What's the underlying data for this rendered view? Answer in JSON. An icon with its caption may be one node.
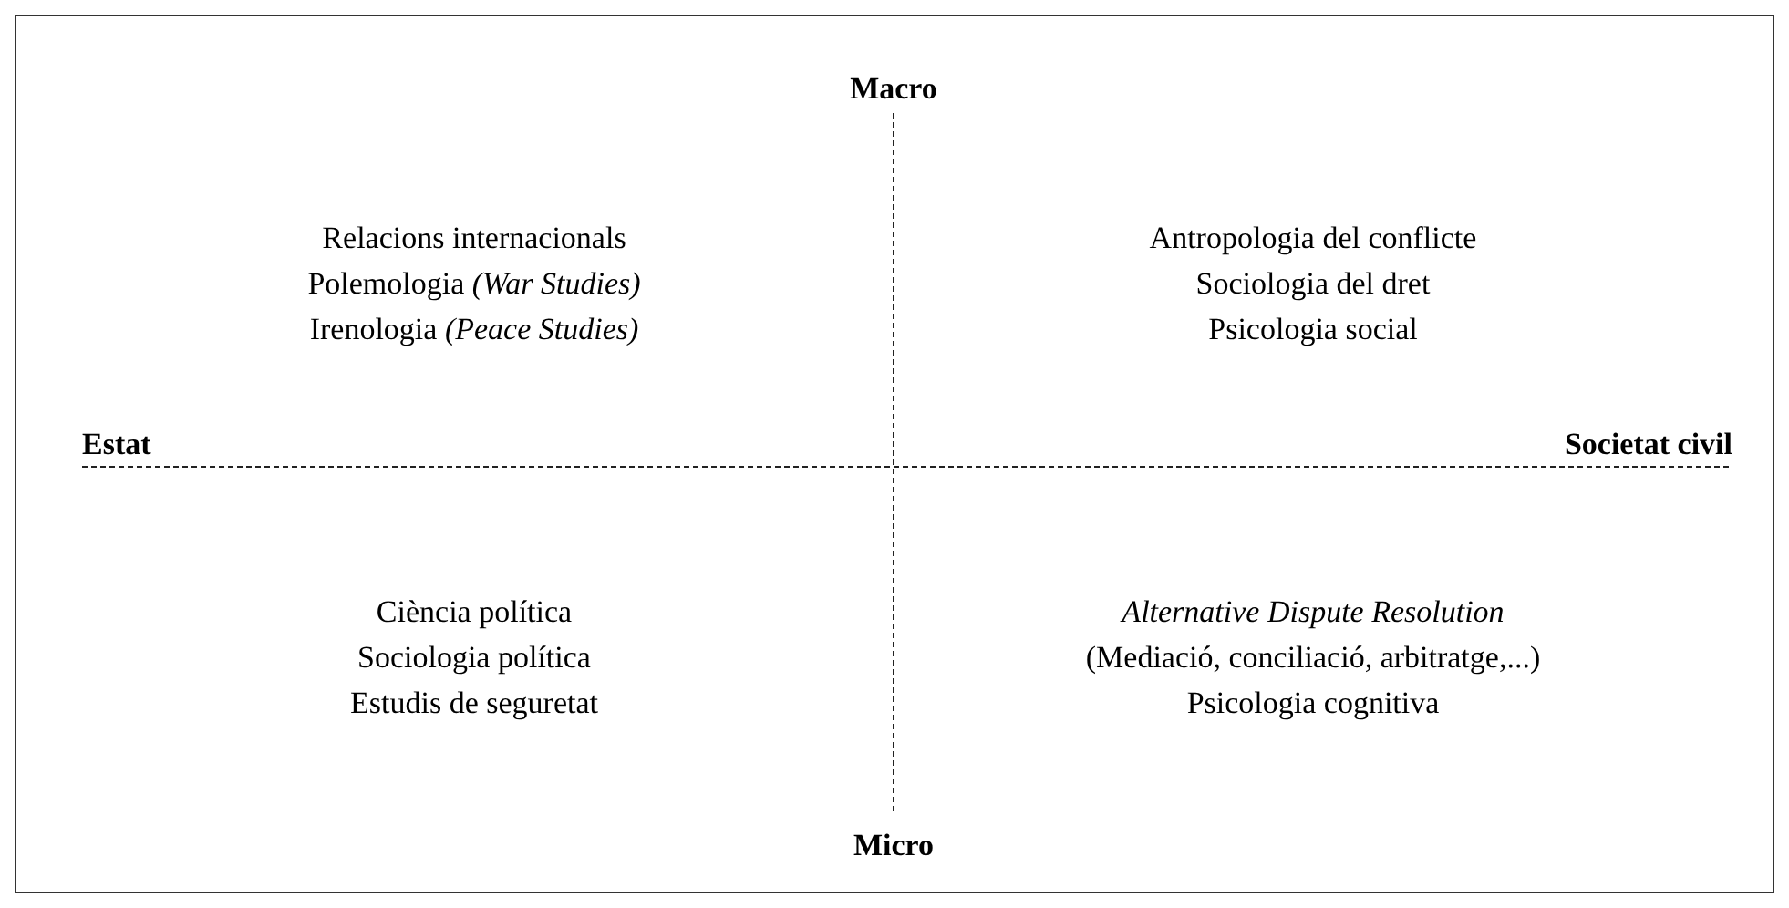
{
  "diagram": {
    "labels": [
      "Macro",
      "Relacions internacionals",
      "Polemologia *(War Studies)*",
      "Irenologia *(Peace Studies)*",
      "Antropologia del conflicte",
      "Sociologia del dret",
      "Psicologia social",
      "Estat",
      "Societat civil",
      "Ciència política",
      "Sociologia política",
      "Estudis de seguretat",
      "Alternative Dispute Resolution",
      "(Mediació, conciliació, arbitratge,...)",
      "Psicologia cognitiva",
      "Micro"
    ]
  }
}
